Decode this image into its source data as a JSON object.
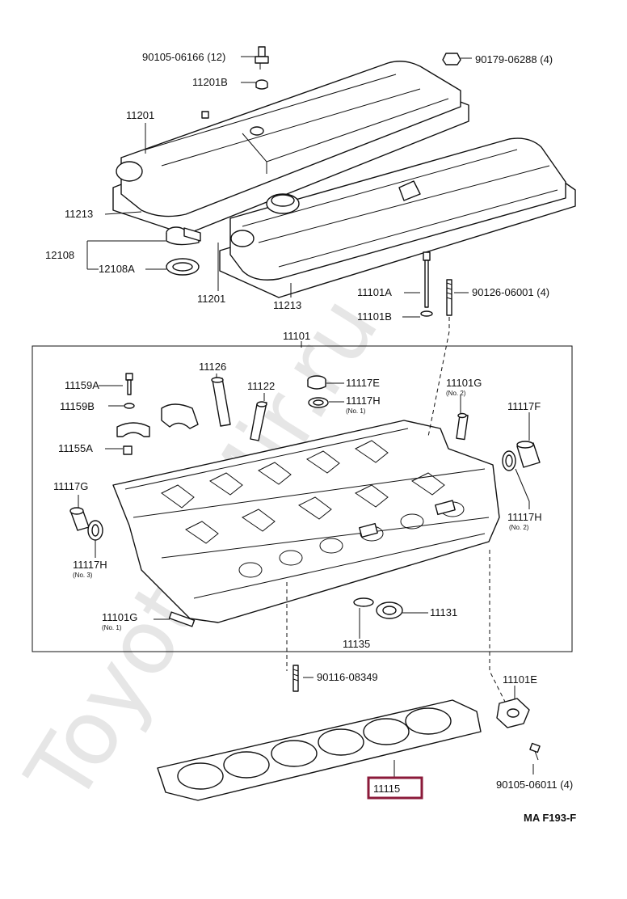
{
  "watermark": "Toyota-Mir.ru",
  "footer_code": "MA F193-F",
  "highlight_color": "#8b1a3a",
  "labels": {
    "l_90105_06166": "90105-06166 (12)",
    "l_90179_06288": "90179-06288 (4)",
    "l_11201B": "11201B",
    "l_11201_top": "11201",
    "l_11213_top": "11213",
    "l_12108": "12108",
    "l_12108A": "12108A",
    "l_11201_bot": "11201",
    "l_11213_bot": "11213",
    "l_11101A": "11101A",
    "l_90126_06001": "90126-06001 (4)",
    "l_11101B": "11101B",
    "l_11101": "11101",
    "l_11159A": "11159A",
    "l_11126": "11126",
    "l_11122": "11122",
    "l_11117E": "11117E",
    "l_11159B": "11159B",
    "l_11117H_1": "11117H",
    "l_11101G_2": "11101G",
    "l_11117F": "11117F",
    "l_11155A": "11155A",
    "l_11117G": "11117G",
    "l_11117H_2": "11117H",
    "l_11117H_3": "11117H",
    "l_11131": "11131",
    "l_11101G_1": "11101G",
    "l_11135": "11135",
    "l_90116_08349": "90116-08349",
    "l_11101E": "11101E",
    "l_11115": "11115",
    "l_90105_06011": "90105-06011 (4)"
  },
  "sublabels": {
    "s_no2_a": "(No. 2)",
    "s_no1_h": "(No. 1)",
    "s_no2_h": "(No. 2)",
    "s_no3_h": "(No. 3)",
    "s_no1_g": "(No. 1)"
  }
}
